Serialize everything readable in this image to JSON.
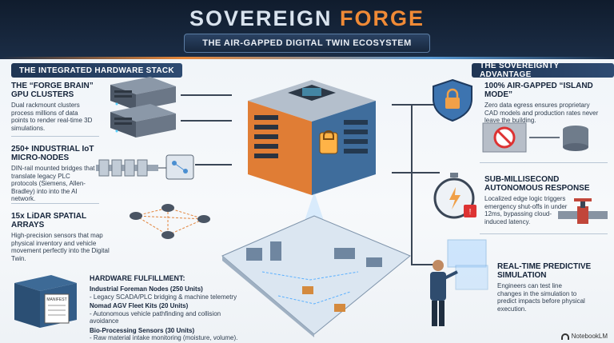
{
  "header": {
    "title_main": "SOVEREIGN ",
    "title_accent": "FORGE",
    "subtitle": "THE AIR-GAPPED DIGITAL TWIN ECOSYSTEM"
  },
  "left": {
    "section_label": "THE INTEGRATED HARDWARE STACK",
    "items": [
      {
        "title": "THE “FORGE BRAIN” GPU CLUSTERS",
        "body": "Dual rackmount clusters process millions of data points to render real-time 3D simulations."
      },
      {
        "title": "250+ INDUSTRIAL IoT MICRO-NODES",
        "body": "DIN-rail mounted bridges that translate legacy PLC protocols (Siemens, Allen-Bradley) into into the AI network."
      },
      {
        "title": "15x LiDAR SPATIAL ARRAYS",
        "body": "High-precision sensors that map physical inventory and vehicle movement perfectly into the Digital Twin."
      }
    ]
  },
  "fulfillment": {
    "label": "HARDWARE FULFILLMENT:",
    "manifest_label": "MANIFEST",
    "entries": [
      {
        "title": "Industrial Foreman Nodes (250 Units)",
        "detail": "- Legacy SCADA/PLC bridging & machine telemetry"
      },
      {
        "title": "Nomad AGV Fleet Kits (20 Units)",
        "detail": "- Autonomous vehicle pathfinding and collision avoidance"
      },
      {
        "title": "Bio-Processing Sensors (30 Units)",
        "detail": "- Raw material intake monitoring (moisture, volume)."
      }
    ]
  },
  "right": {
    "section_label": "THE SOVEREIGNTY ADVANTAGE",
    "items": [
      {
        "title": "100% AIR-GAPPED “ISLAND MODE”",
        "body": "Zero data egress ensures proprietary CAD models and production rates never leave the building."
      },
      {
        "title": "SUB-MILLISECOND AUTONOMOUS RESPONSE",
        "body": "Localized edge logic triggers emergency shut-offs in under 12ms, bypassing cloud-induced latency."
      },
      {
        "title": "REAL-TIME PREDICTIVE SIMULATION",
        "body": "Engineers can test line changes in the simulation to predict impacts before physical execution."
      }
    ]
  },
  "footer": {
    "credit": "NotebookLM"
  },
  "colors": {
    "navy": "#1b2d46",
    "orange": "#f08a36",
    "blue": "#5a9bd5"
  }
}
